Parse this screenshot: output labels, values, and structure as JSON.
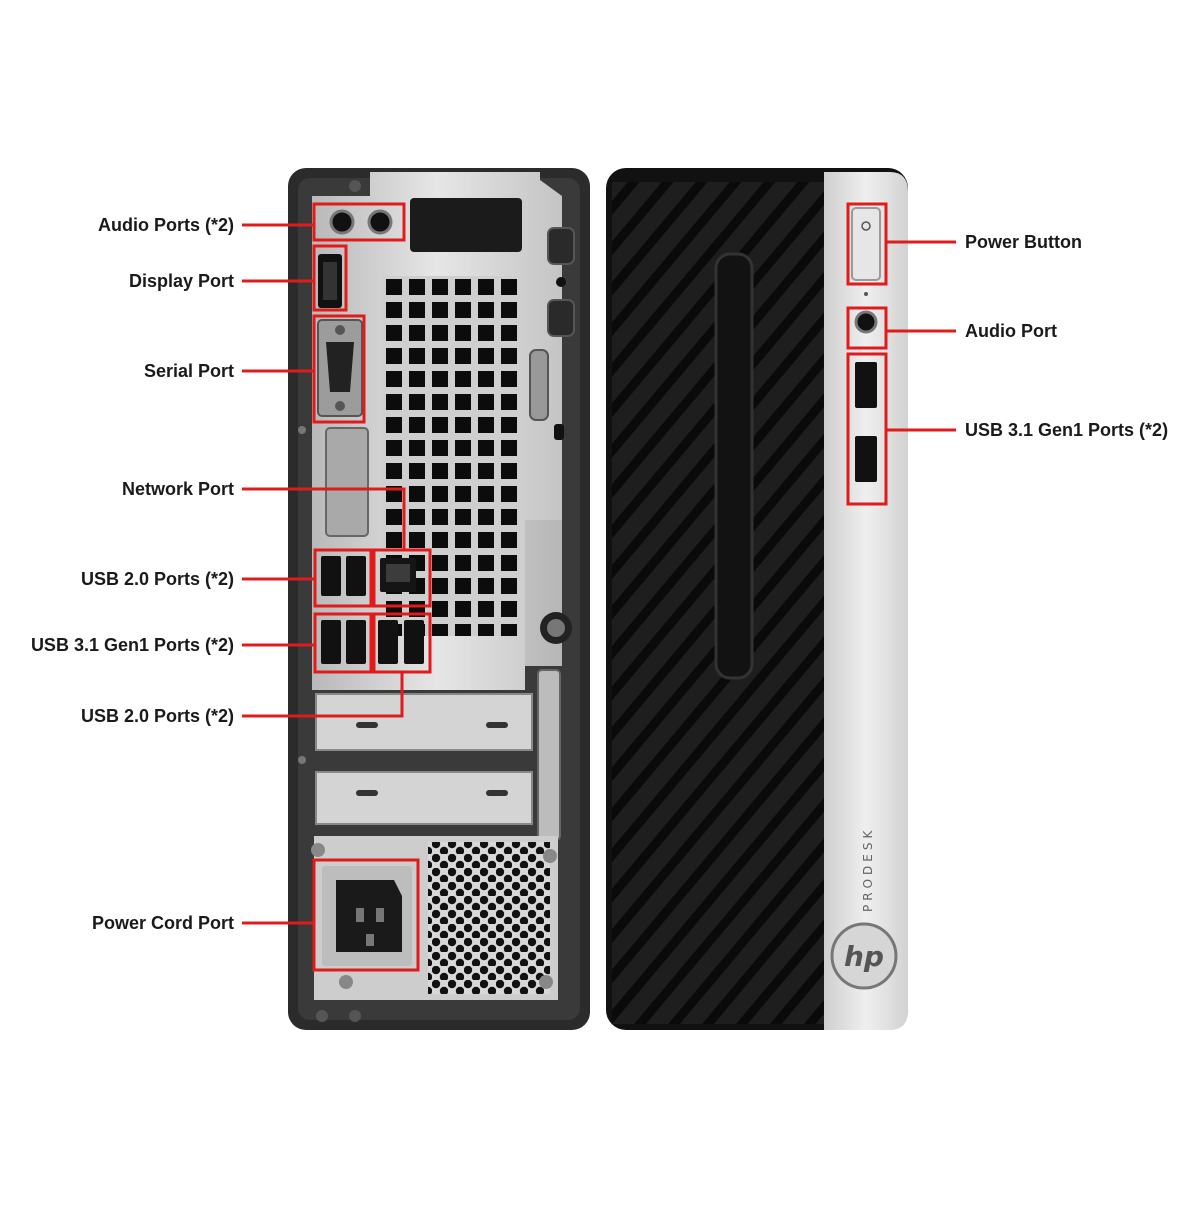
{
  "rear_labels": [
    {
      "id": "audio-ports",
      "text": "Audio Ports (*2)"
    },
    {
      "id": "display-port",
      "text": "Display Port"
    },
    {
      "id": "serial-port",
      "text": "Serial Port"
    },
    {
      "id": "network-port",
      "text": "Network Port"
    },
    {
      "id": "usb20-ports-upper",
      "text": "USB 2.0 Ports (*2)"
    },
    {
      "id": "usb31-ports-rear",
      "text": "USB 3.1 Gen1 Ports (*2)"
    },
    {
      "id": "usb20-ports-lower",
      "text": "USB 2.0 Ports (*2)"
    },
    {
      "id": "power-cord-port",
      "text": "Power Cord Port"
    }
  ],
  "front_labels": [
    {
      "id": "power-button",
      "text": "Power Button"
    },
    {
      "id": "audio-port-front",
      "text": "Audio Port"
    },
    {
      "id": "usb31-ports-front",
      "text": "USB 3.1 Gen1 Ports (*2)"
    }
  ],
  "branding": {
    "model": "PRODESK",
    "logo": "hp"
  },
  "colors": {
    "callout": "#e01b1b",
    "chassis_dark": "#2a2a2a",
    "panel_silver": "#c8c8c8",
    "front_bezel": "#1b1b1b",
    "front_silver": "#d9d9d9",
    "label_text": "#1a1a1a"
  }
}
